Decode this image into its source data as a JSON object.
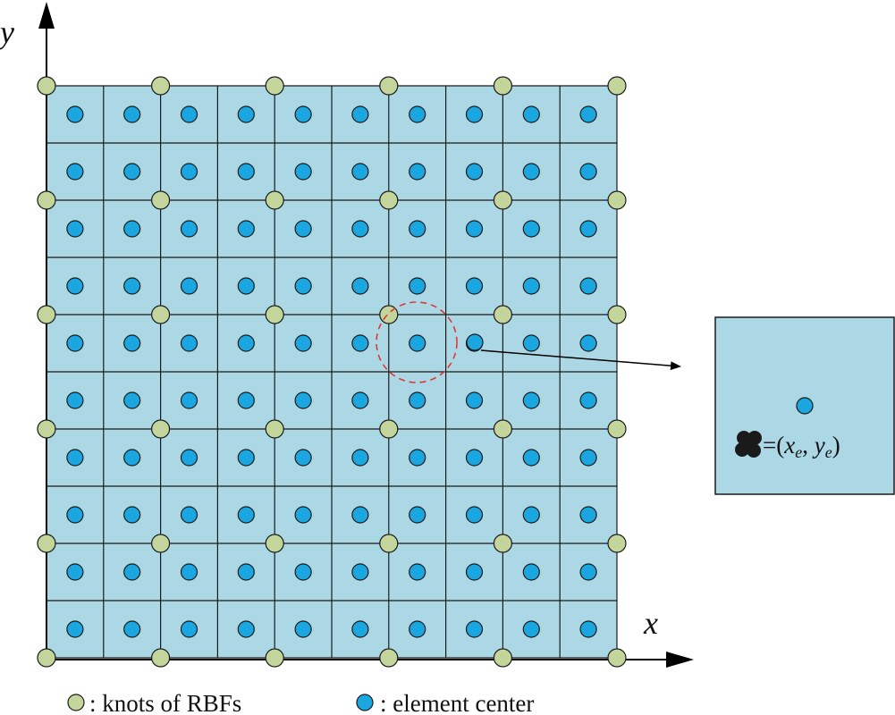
{
  "axes": {
    "x_label": "x",
    "y_label": "y"
  },
  "mesh": {
    "cols": 10,
    "rows": 10,
    "knot_step": 2
  },
  "legend": {
    "knots_label": ": knots of RBFs",
    "center_label": ": element center"
  },
  "inset": {
    "eq_open": "=(",
    "x_var": "x",
    "sub_e1": "e",
    "comma": ", ",
    "y_var": "y",
    "sub_e2": "e",
    "eq_close": ")"
  },
  "colors": {
    "element_fill": "#acd8e6",
    "grid_line": "#1a1a1a",
    "knot_fill": "#c3d59a",
    "center_fill": "#1ba6e0",
    "highlight_circle": "#e0312f",
    "axis": "#000000"
  }
}
